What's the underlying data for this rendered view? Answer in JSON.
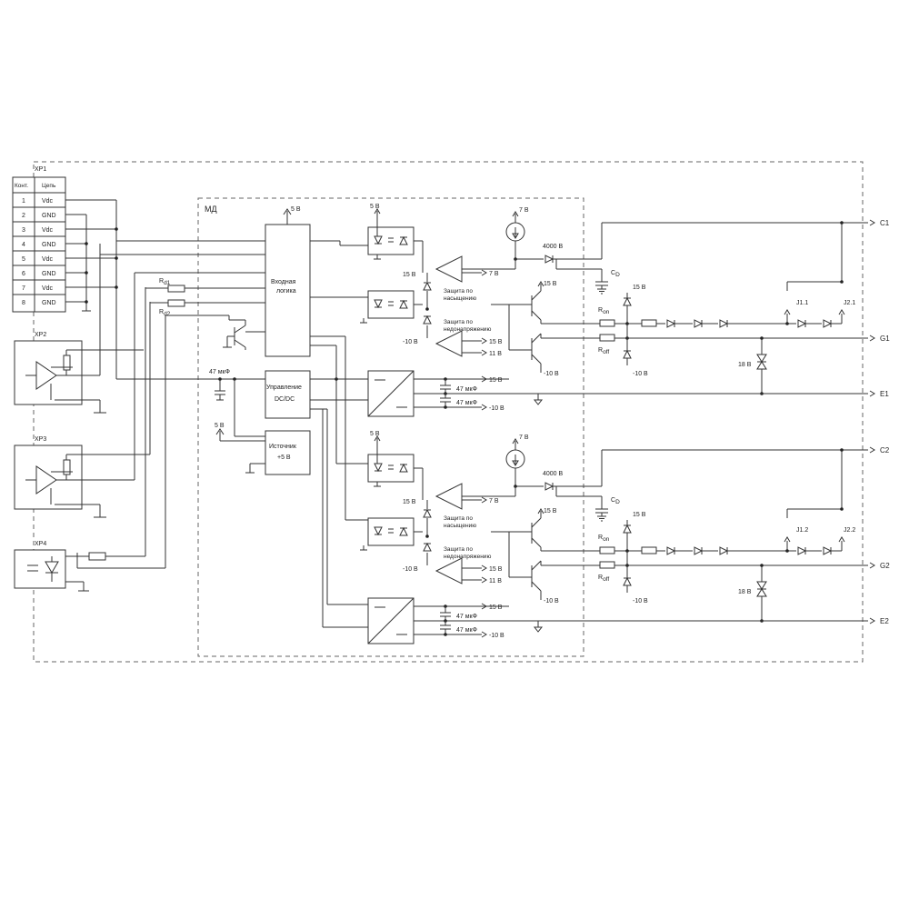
{
  "connector_table": {
    "name": "XP1",
    "col_contact": "Конт.",
    "col_circuit": "Цепь",
    "rows": [
      {
        "pin": "1",
        "net": "Vdc"
      },
      {
        "pin": "2",
        "net": "GND"
      },
      {
        "pin": "3",
        "net": "Vdc"
      },
      {
        "pin": "4",
        "net": "GND"
      },
      {
        "pin": "5",
        "net": "Vdc"
      },
      {
        "pin": "6",
        "net": "GND"
      },
      {
        "pin": "7",
        "net": "Vdc"
      },
      {
        "pin": "8",
        "net": "GND"
      }
    ]
  },
  "connectors": {
    "xp2": "XP2",
    "xp3": "XP3",
    "xp4": "XP4"
  },
  "module": {
    "label": "МД",
    "input_logic": [
      "Входная",
      "логика"
    ],
    "dcdc_control": [
      "Управление",
      "DC/DC"
    ],
    "source_5v": [
      "Источник",
      "+5 В"
    ],
    "supply_5v": "5 В",
    "supply_5v_b": "5 В",
    "cap_47": "47 мкФ",
    "r_d1": "R",
    "r_d1_sub": "d1",
    "r_d2": "R",
    "r_d2_sub": "d2"
  },
  "channels": [
    {
      "opto_supply": "5 В",
      "zener_15": "15 В",
      "zener_m10": "-10 В",
      "out_7v": "7 В",
      "sat_protect": [
        "Защита по",
        "насыщению"
      ],
      "under_protect": [
        "Защита по",
        "недонапряжению"
      ],
      "cmp_15": "15 В",
      "cmp_11": "11 В",
      "tr_15": "15 В",
      "tr_m10": "-10 В",
      "cs_src": "7 В",
      "diode_4000": "4000 В",
      "cap_cd": "C",
      "cap_cd_sub": "D",
      "r_on": "R",
      "r_on_sub": "on",
      "r_off": "R",
      "r_off_sub": "off",
      "z_15": "15 В",
      "z_m10": "-10 В",
      "z_18": "18 В",
      "jumper_a": "J1.1",
      "jumper_b": "J2.1",
      "dc_p15": "15 В",
      "dc_cap_a": "47 мкФ",
      "dc_cap_b": "47 мкФ",
      "dc_m10": "-10 В",
      "out_c": "C1",
      "out_g": "G1",
      "out_e": "E1"
    },
    {
      "opto_supply": "5 В",
      "zener_15": "15 В",
      "zener_m10": "-10 В",
      "out_7v": "7 В",
      "sat_protect": [
        "Защита по",
        "насыщению"
      ],
      "under_protect": [
        "Защита по",
        "недонапряжению"
      ],
      "cmp_15": "15 В",
      "cmp_11": "11 В",
      "tr_15": "15 В",
      "tr_m10": "-10 В",
      "cs_src": "7 В",
      "diode_4000": "4000 В",
      "cap_cd": "C",
      "cap_cd_sub": "D",
      "r_on": "R",
      "r_on_sub": "on",
      "r_off": "R",
      "r_off_sub": "off",
      "z_15": "15 В",
      "z_m10": "-10 В",
      "z_18": "18 В",
      "jumper_a": "J1.2",
      "jumper_b": "J2.2",
      "dc_p15": "15 В",
      "dc_cap_a": "47 мкФ",
      "dc_cap_b": "47 мкФ",
      "dc_m10": "-10 В",
      "out_c": "C2",
      "out_g": "G2",
      "out_e": "E2"
    }
  ]
}
